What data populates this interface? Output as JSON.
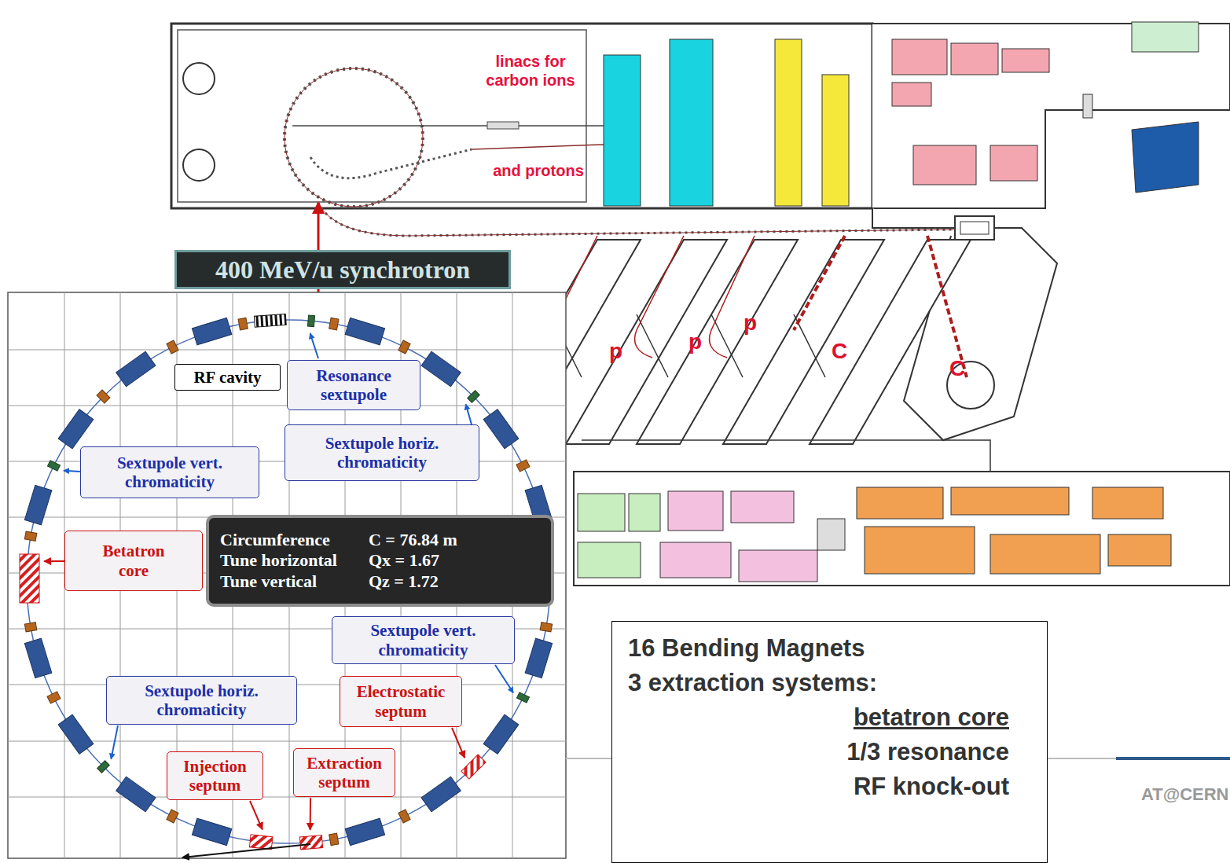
{
  "diagram": {
    "nodes": [
      {
        "text": [
          "400 MeV/u synchrotron"
        ]
      },
      {
        "text": [
          "RF cavity"
        ]
      },
      {
        "text": [
          "Resonance sextupole"
        ]
      },
      {
        "text": [
          "Sextupole horiz. chromaticity"
        ]
      },
      {
        "text": [
          "Sextupole vert. chromaticity"
        ]
      },
      {
        "text": [
          "Betatron core"
        ]
      },
      {
        "text": [
          "Circumference",
          "C = 76.84 m",
          "Tune horizontal",
          "Qx = 1.67",
          "Tune vertical",
          "Qz = 1.72"
        ]
      },
      {
        "text": [
          "Sextupole vert. chromaticity"
        ]
      },
      {
        "text": [
          "Sextupole horiz. chromaticity"
        ]
      },
      {
        "text": [
          "Electrostatic septum"
        ]
      },
      {
        "text": [
          "Injection septum"
        ]
      },
      {
        "text": [
          "Extraction septum"
        ]
      },
      {
        "text": [
          "16 Bending Magnets",
          "3 extraction systems:",
          "betatron core",
          "1/3 resonance",
          "RF knock-out"
        ]
      }
    ],
    "labels": [
      "linacs for carbon ions",
      "and protons",
      "p",
      "p",
      "p",
      "C",
      "C",
      "AT@CERN"
    ]
  }
}
